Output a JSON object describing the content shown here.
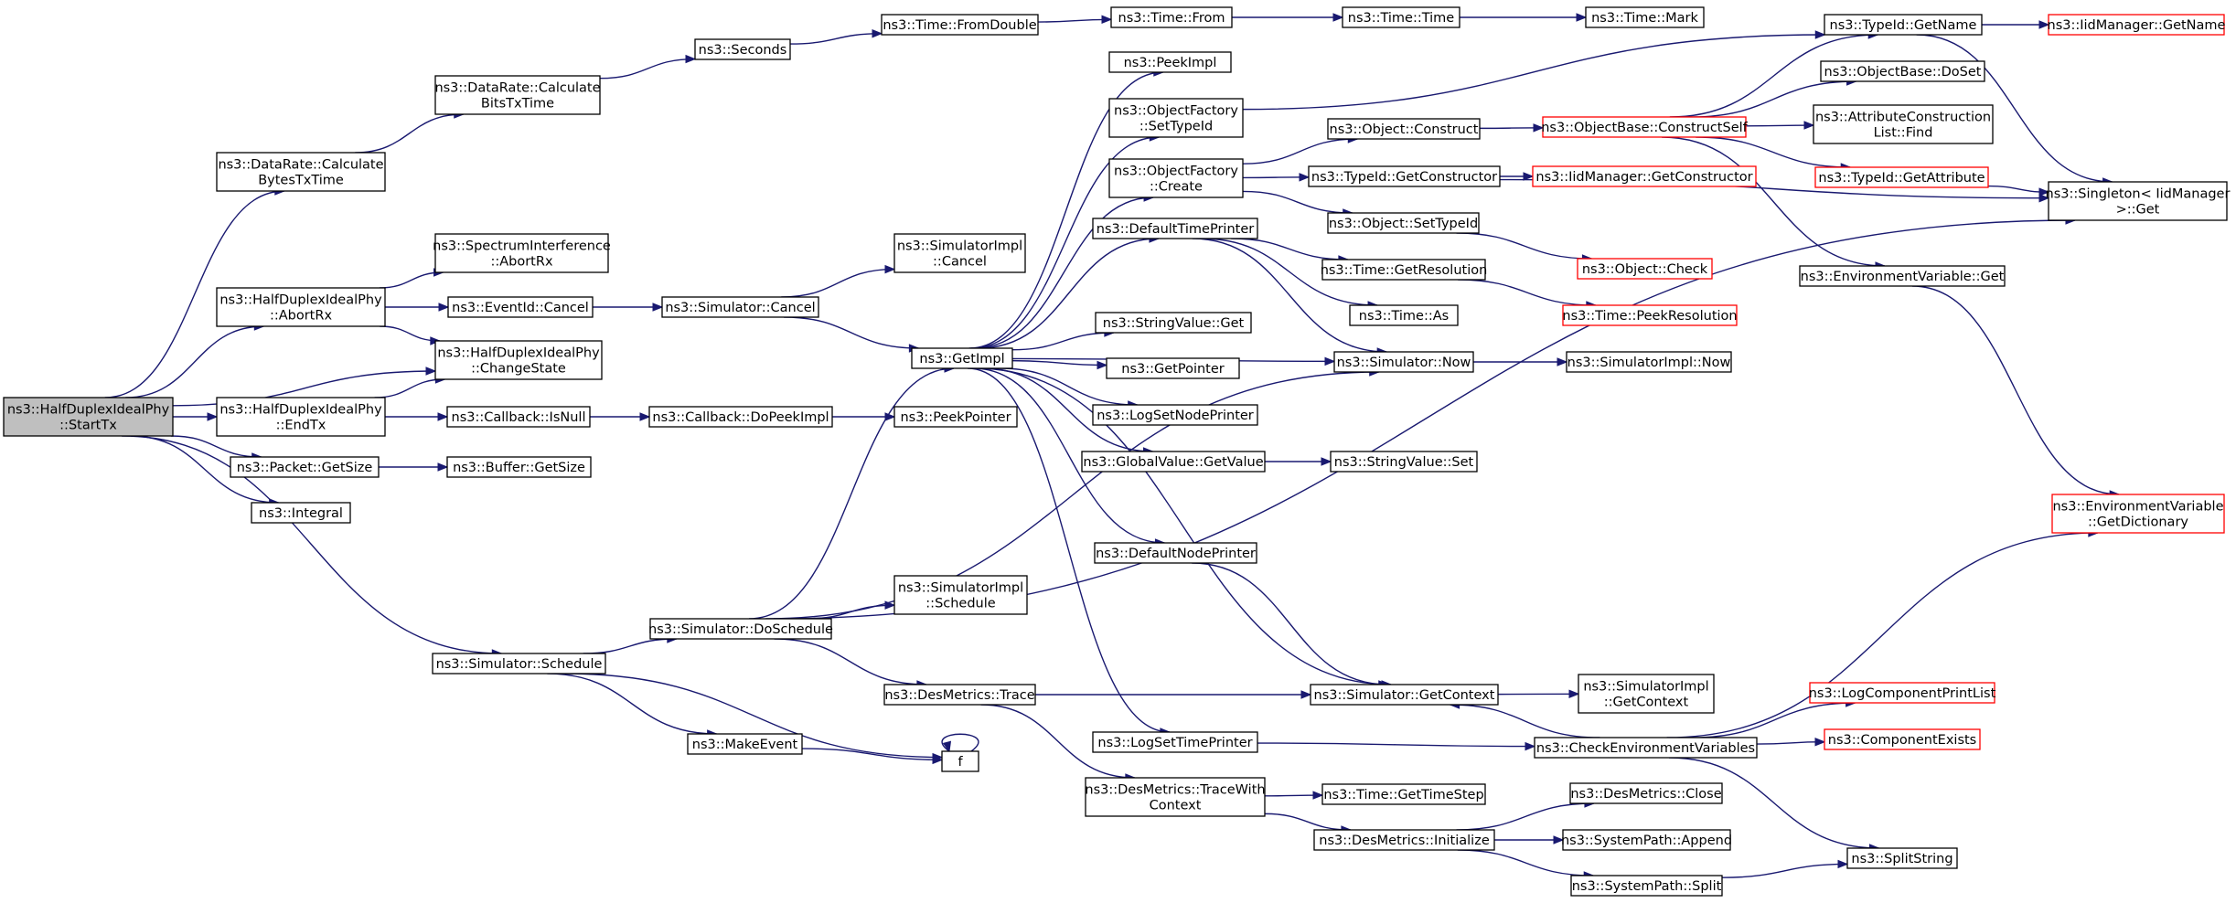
{
  "graph": {
    "colors": {
      "edge": "#191970",
      "node_border": "#000000",
      "node_fill": "#ffffff",
      "root_fill": "#bfbfbf",
      "truncated_border": "#ff0000"
    },
    "nodes": [
      {
        "id": "root",
        "lines": [
          "ns3::HalfDuplexIdealPhy",
          "::StartTx"
        ],
        "style": "root"
      },
      {
        "id": "calcBytes",
        "lines": [
          "ns3::DataRate::Calculate",
          "BytesTxTime"
        ],
        "style": "normal"
      },
      {
        "id": "calcBits",
        "lines": [
          "ns3::DataRate::Calculate",
          "BitsTxTime"
        ],
        "style": "normal"
      },
      {
        "id": "seconds",
        "lines": [
          "ns3::Seconds"
        ],
        "style": "normal"
      },
      {
        "id": "fromDouble",
        "lines": [
          "ns3::Time::FromDouble"
        ],
        "style": "normal"
      },
      {
        "id": "timeFrom",
        "lines": [
          "ns3::Time::From"
        ],
        "style": "normal"
      },
      {
        "id": "timeTime",
        "lines": [
          "ns3::Time::Time"
        ],
        "style": "normal"
      },
      {
        "id": "timeMark",
        "lines": [
          "ns3::Time::Mark"
        ],
        "style": "normal"
      },
      {
        "id": "abortRx",
        "lines": [
          "ns3::HalfDuplexIdealPhy",
          "::AbortRx"
        ],
        "style": "normal"
      },
      {
        "id": "spAbort",
        "lines": [
          "ns3::SpectrumInterference",
          "::AbortRx"
        ],
        "style": "normal"
      },
      {
        "id": "changeState",
        "lines": [
          "ns3::HalfDuplexIdealPhy",
          "::ChangeState"
        ],
        "style": "normal"
      },
      {
        "id": "eventCancel",
        "lines": [
          "ns3::EventId::Cancel"
        ],
        "style": "normal"
      },
      {
        "id": "simCancel",
        "lines": [
          "ns3::Simulator::Cancel"
        ],
        "style": "normal"
      },
      {
        "id": "siCancel",
        "lines": [
          "ns3::SimulatorImpl",
          "::Cancel"
        ],
        "style": "normal"
      },
      {
        "id": "endTx",
        "lines": [
          "ns3::HalfDuplexIdealPhy",
          "::EndTx"
        ],
        "style": "normal"
      },
      {
        "id": "cbIsNull",
        "lines": [
          "ns3::Callback::IsNull"
        ],
        "style": "normal"
      },
      {
        "id": "cbPeek",
        "lines": [
          "ns3::Callback::DoPeekImpl"
        ],
        "style": "normal"
      },
      {
        "id": "peekPtr",
        "lines": [
          "ns3::PeekPointer"
        ],
        "style": "normal"
      },
      {
        "id": "pktSize",
        "lines": [
          "ns3::Packet::GetSize"
        ],
        "style": "normal"
      },
      {
        "id": "bufSize",
        "lines": [
          "ns3::Buffer::GetSize"
        ],
        "style": "normal"
      },
      {
        "id": "integral",
        "lines": [
          "ns3::Integral"
        ],
        "style": "normal"
      },
      {
        "id": "simSchedule",
        "lines": [
          "ns3::Simulator::Schedule"
        ],
        "style": "normal"
      },
      {
        "id": "doSchedule",
        "lines": [
          "ns3::Simulator::DoSchedule"
        ],
        "style": "normal"
      },
      {
        "id": "siSchedule",
        "lines": [
          "ns3::SimulatorImpl",
          "::Schedule"
        ],
        "style": "normal"
      },
      {
        "id": "makeEvent",
        "lines": [
          "ns3::MakeEvent"
        ],
        "style": "normal"
      },
      {
        "id": "f",
        "lines": [
          "f"
        ],
        "style": "normal"
      },
      {
        "id": "getImpl",
        "lines": [
          "ns3::GetImpl"
        ],
        "style": "normal"
      },
      {
        "id": "peekImpl",
        "lines": [
          "ns3::PeekImpl"
        ],
        "style": "normal"
      },
      {
        "id": "ofSetTypeId",
        "lines": [
          "ns3::ObjectFactory",
          "::SetTypeId"
        ],
        "style": "normal"
      },
      {
        "id": "ofCreate",
        "lines": [
          "ns3::ObjectFactory",
          "::Create"
        ],
        "style": "normal"
      },
      {
        "id": "defTimePrinter",
        "lines": [
          "ns3::DefaultTimePrinter"
        ],
        "style": "normal"
      },
      {
        "id": "strValGet",
        "lines": [
          "ns3::StringValue::Get"
        ],
        "style": "normal"
      },
      {
        "id": "getPointer",
        "lines": [
          "ns3::GetPointer"
        ],
        "style": "normal"
      },
      {
        "id": "logSetNode",
        "lines": [
          "ns3::LogSetNodePrinter"
        ],
        "style": "normal"
      },
      {
        "id": "gvGetValue",
        "lines": [
          "ns3::GlobalValue::GetValue"
        ],
        "style": "normal"
      },
      {
        "id": "defNodePrinter",
        "lines": [
          "ns3::DefaultNodePrinter"
        ],
        "style": "normal"
      },
      {
        "id": "desTrace",
        "lines": [
          "ns3::DesMetrics::Trace"
        ],
        "style": "normal"
      },
      {
        "id": "logSetTime",
        "lines": [
          "ns3::LogSetTimePrinter"
        ],
        "style": "normal"
      },
      {
        "id": "traceWithCtx",
        "lines": [
          "ns3::DesMetrics::TraceWith",
          "Context"
        ],
        "style": "normal"
      },
      {
        "id": "objConstruct",
        "lines": [
          "ns3::Object::Construct"
        ],
        "style": "normal"
      },
      {
        "id": "tidGetCtor",
        "lines": [
          "ns3::TypeId::GetConstructor"
        ],
        "style": "normal"
      },
      {
        "id": "objSetTypeId",
        "lines": [
          "ns3::Object::SetTypeId"
        ],
        "style": "normal"
      },
      {
        "id": "timeGetRes",
        "lines": [
          "ns3::Time::GetResolution"
        ],
        "style": "normal"
      },
      {
        "id": "timeAs",
        "lines": [
          "ns3::Time::As"
        ],
        "style": "normal"
      },
      {
        "id": "simNow",
        "lines": [
          "ns3::Simulator::Now"
        ],
        "style": "normal"
      },
      {
        "id": "strValSet",
        "lines": [
          "ns3::StringValue::Set"
        ],
        "style": "normal"
      },
      {
        "id": "simGetCtx",
        "lines": [
          "ns3::Simulator::GetContext"
        ],
        "style": "normal"
      },
      {
        "id": "timeGetStep",
        "lines": [
          "ns3::Time::GetTimeStep"
        ],
        "style": "normal"
      },
      {
        "id": "desInit",
        "lines": [
          "ns3::DesMetrics::Initialize"
        ],
        "style": "normal"
      },
      {
        "id": "obConstructSelf",
        "lines": [
          "ns3::ObjectBase::ConstructSelf"
        ],
        "style": "truncated"
      },
      {
        "id": "iidGetCtor",
        "lines": [
          "ns3::IidManager::GetConstructor"
        ],
        "style": "truncated"
      },
      {
        "id": "objCheck",
        "lines": [
          "ns3::Object::Check"
        ],
        "style": "truncated"
      },
      {
        "id": "timePeekRes",
        "lines": [
          "ns3::Time::PeekResolution"
        ],
        "style": "truncated"
      },
      {
        "id": "siNow",
        "lines": [
          "ns3::SimulatorImpl::Now"
        ],
        "style": "normal"
      },
      {
        "id": "siGetCtx",
        "lines": [
          "ns3::SimulatorImpl",
          "::GetContext"
        ],
        "style": "normal"
      },
      {
        "id": "checkEnv",
        "lines": [
          "ns3::CheckEnvironmentVariables"
        ],
        "style": "normal"
      },
      {
        "id": "desClose",
        "lines": [
          "ns3::DesMetrics::Close"
        ],
        "style": "normal"
      },
      {
        "id": "spAppend",
        "lines": [
          "ns3::SystemPath::Append"
        ],
        "style": "normal"
      },
      {
        "id": "spSplit",
        "lines": [
          "ns3::SystemPath::Split"
        ],
        "style": "normal"
      },
      {
        "id": "tidGetName",
        "lines": [
          "ns3::TypeId::GetName"
        ],
        "style": "normal"
      },
      {
        "id": "obDoSet",
        "lines": [
          "ns3::ObjectBase::DoSet"
        ],
        "style": "normal"
      },
      {
        "id": "acFind",
        "lines": [
          "ns3::AttributeConstruction",
          "List::Find"
        ],
        "style": "normal"
      },
      {
        "id": "tidGetAttr",
        "lines": [
          "ns3::TypeId::GetAttribute"
        ],
        "style": "truncated"
      },
      {
        "id": "envGet",
        "lines": [
          "ns3::EnvironmentVariable::Get"
        ],
        "style": "normal"
      },
      {
        "id": "logCompPrint",
        "lines": [
          "ns3::LogComponentPrintList"
        ],
        "style": "truncated"
      },
      {
        "id": "compExists",
        "lines": [
          "ns3::ComponentExists"
        ],
        "style": "truncated"
      },
      {
        "id": "splitString",
        "lines": [
          "ns3::SplitString"
        ],
        "style": "normal"
      },
      {
        "id": "iidGetName",
        "lines": [
          "ns3::IidManager::GetName"
        ],
        "style": "truncated"
      },
      {
        "id": "singletonGet",
        "lines": [
          "ns3::Singleton< IidManager",
          " >::Get"
        ],
        "style": "normal"
      },
      {
        "id": "envGetDict",
        "lines": [
          "ns3::EnvironmentVariable",
          "::GetDictionary"
        ],
        "style": "truncated"
      }
    ],
    "edges": [
      [
        "root",
        "calcBytes"
      ],
      [
        "root",
        "abortRx"
      ],
      [
        "root",
        "changeState"
      ],
      [
        "root",
        "endTx"
      ],
      [
        "root",
        "pktSize"
      ],
      [
        "root",
        "integral"
      ],
      [
        "root",
        "simSchedule"
      ],
      [
        "calcBytes",
        "calcBits"
      ],
      [
        "calcBits",
        "seconds"
      ],
      [
        "seconds",
        "fromDouble"
      ],
      [
        "fromDouble",
        "timeFrom"
      ],
      [
        "timeFrom",
        "timeTime"
      ],
      [
        "timeTime",
        "timeMark"
      ],
      [
        "abortRx",
        "spAbort"
      ],
      [
        "abortRx",
        "changeState"
      ],
      [
        "abortRx",
        "eventCancel"
      ],
      [
        "eventCancel",
        "simCancel"
      ],
      [
        "simCancel",
        "siCancel"
      ],
      [
        "simCancel",
        "getImpl"
      ],
      [
        "endTx",
        "changeState"
      ],
      [
        "endTx",
        "cbIsNull"
      ],
      [
        "cbIsNull",
        "cbPeek"
      ],
      [
        "cbPeek",
        "peekPtr"
      ],
      [
        "pktSize",
        "bufSize"
      ],
      [
        "simSchedule",
        "doSchedule"
      ],
      [
        "simSchedule",
        "makeEvent"
      ],
      [
        "simSchedule",
        "f"
      ],
      [
        "makeEvent",
        "f"
      ],
      [
        "f",
        "f"
      ],
      [
        "doSchedule",
        "getImpl"
      ],
      [
        "doSchedule",
        "siSchedule"
      ],
      [
        "doSchedule",
        "desTrace"
      ],
      [
        "doSchedule",
        "simNow"
      ],
      [
        "doSchedule",
        "singletonGet"
      ],
      [
        "getImpl",
        "peekImpl"
      ],
      [
        "getImpl",
        "ofSetTypeId"
      ],
      [
        "getImpl",
        "ofCreate"
      ],
      [
        "getImpl",
        "defTimePrinter"
      ],
      [
        "getImpl",
        "strValGet"
      ],
      [
        "getImpl",
        "getPointer"
      ],
      [
        "getImpl",
        "logSetNode"
      ],
      [
        "getImpl",
        "gvGetValue"
      ],
      [
        "getImpl",
        "defNodePrinter"
      ],
      [
        "getImpl",
        "logSetTime"
      ],
      [
        "getImpl",
        "simGetCtx"
      ],
      [
        "getImpl",
        "simNow"
      ],
      [
        "ofSetTypeId",
        "tidGetName"
      ],
      [
        "ofCreate",
        "objConstruct"
      ],
      [
        "ofCreate",
        "tidGetCtor"
      ],
      [
        "ofCreate",
        "objSetTypeId"
      ],
      [
        "defTimePrinter",
        "timeGetRes"
      ],
      [
        "defTimePrinter",
        "timeAs"
      ],
      [
        "defTimePrinter",
        "simNow"
      ],
      [
        "gvGetValue",
        "strValSet"
      ],
      [
        "defNodePrinter",
        "simGetCtx"
      ],
      [
        "desTrace",
        "simGetCtx"
      ],
      [
        "desTrace",
        "traceWithCtx"
      ],
      [
        "logSetTime",
        "checkEnv"
      ],
      [
        "traceWithCtx",
        "timeGetStep"
      ],
      [
        "traceWithCtx",
        "desInit"
      ],
      [
        "objConstruct",
        "obConstructSelf"
      ],
      [
        "tidGetCtor",
        "iidGetCtor"
      ],
      [
        "tidGetCtor",
        "singletonGet"
      ],
      [
        "objSetTypeId",
        "objCheck"
      ],
      [
        "timeGetRes",
        "timePeekRes"
      ],
      [
        "simNow",
        "siNow"
      ],
      [
        "simGetCtx",
        "siGetCtx"
      ],
      [
        "checkEnv",
        "simGetCtx"
      ],
      [
        "checkEnv",
        "logCompPrint"
      ],
      [
        "checkEnv",
        "compExists"
      ],
      [
        "checkEnv",
        "splitString"
      ],
      [
        "checkEnv",
        "envGetDict"
      ],
      [
        "desInit",
        "desClose"
      ],
      [
        "desInit",
        "spAppend"
      ],
      [
        "desInit",
        "spSplit"
      ],
      [
        "spSplit",
        "splitString"
      ],
      [
        "obConstructSelf",
        "tidGetName"
      ],
      [
        "obConstructSelf",
        "obDoSet"
      ],
      [
        "obConstructSelf",
        "acFind"
      ],
      [
        "obConstructSelf",
        "tidGetAttr"
      ],
      [
        "obConstructSelf",
        "envGet"
      ],
      [
        "tidGetAttr",
        "singletonGet"
      ],
      [
        "tidGetName",
        "iidGetName"
      ],
      [
        "tidGetName",
        "singletonGet"
      ],
      [
        "envGet",
        "envGetDict"
      ]
    ]
  }
}
